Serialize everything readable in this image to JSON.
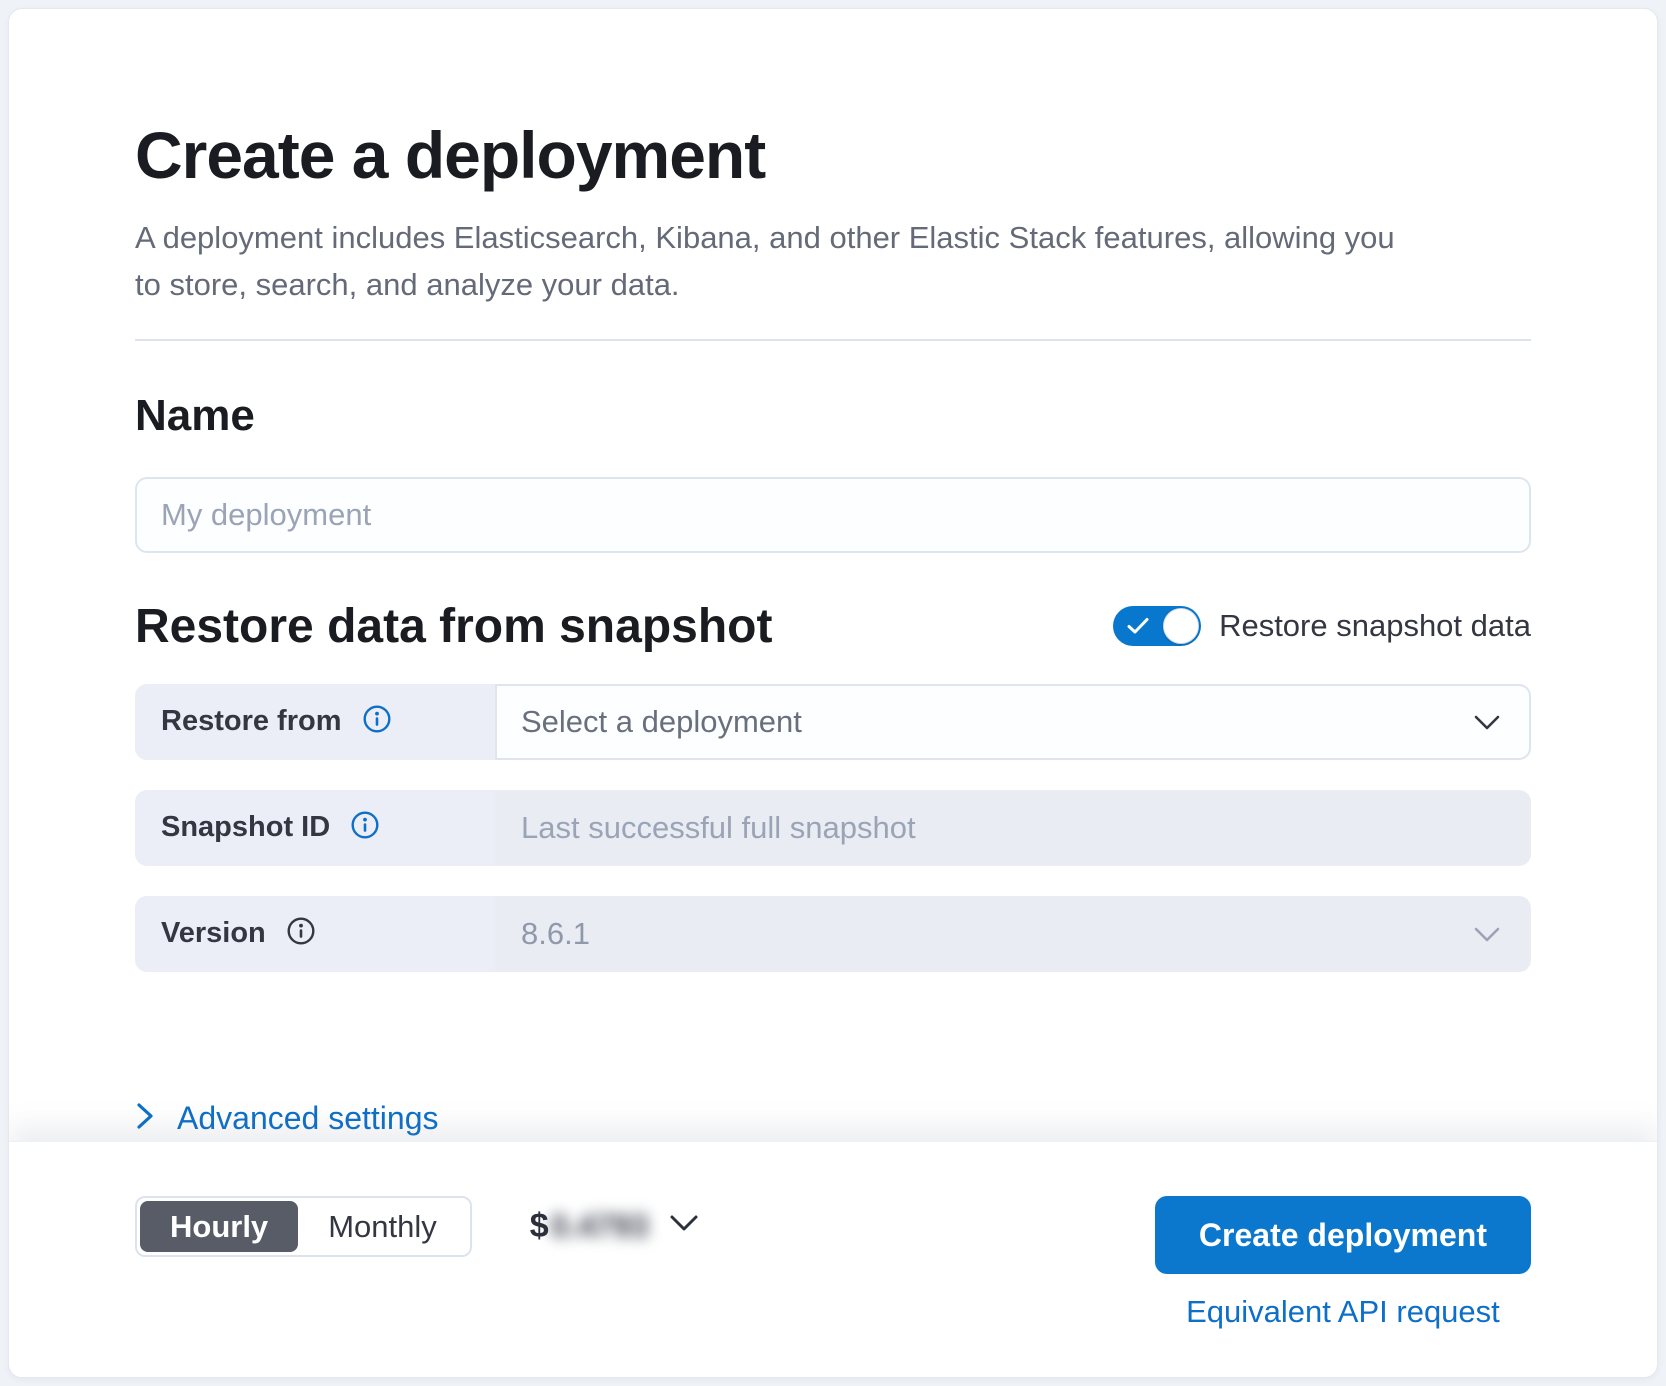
{
  "header": {
    "title": "Create a deployment",
    "subtitle": "A deployment includes Elasticsearch, Kibana, and other Elastic Stack features, allowing you to store, search, and analyze your data."
  },
  "name_section": {
    "heading": "Name",
    "input_value": "",
    "input_placeholder": "My deployment"
  },
  "snapshot_section": {
    "heading": "Restore data from snapshot",
    "toggle": {
      "label": "Restore snapshot data",
      "state": "on"
    },
    "rows": [
      {
        "label": "Restore from",
        "control": "select",
        "value": "Select a deployment",
        "state": "enabled",
        "info_icon_color": "#0d6fc8"
      },
      {
        "label": "Snapshot ID",
        "control": "text-input",
        "value": "",
        "placeholder": "Last successful full snapshot",
        "state": "disabled",
        "info_icon_color": "#0d6fc8"
      },
      {
        "label": "Version",
        "control": "select",
        "value": "8.6.1",
        "state": "disabled",
        "info_icon_color": "#343741"
      }
    ]
  },
  "advanced_settings": {
    "label": "Advanced settings"
  },
  "footer": {
    "billing_toggle": {
      "options": [
        "Hourly",
        "Monthly"
      ],
      "selected": "Hourly"
    },
    "price": {
      "currency": "$",
      "amount": "0.4793",
      "blurred": true
    },
    "create_button_label": "Create deployment",
    "api_link_label": "Equivalent API request"
  },
  "colors": {
    "primary_button_blue": "#0b78cd",
    "toggle_blue": "#0778cd",
    "link_blue": "#0d6fc8",
    "selected_segment_gray": "#575c66",
    "heading_text": "#1a1c21",
    "body_text": "#343741",
    "subdued_text": "#646a77",
    "placeholder_text": "#9aa4b6",
    "label_cell_bg": "#ebeef6",
    "disabled_field_bg": "#e9ecf3",
    "field_border": "#dfe5ee",
    "page_bg": "#eff2f7"
  }
}
